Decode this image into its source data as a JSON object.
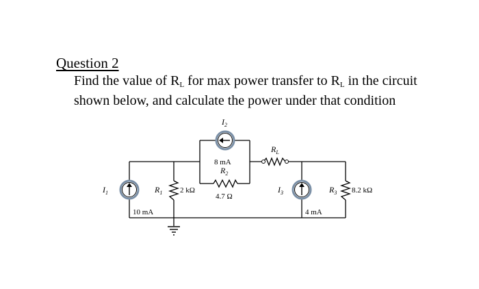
{
  "question": {
    "title": "Question 2",
    "line1_a": "Find the value of R",
    "line1_sub1": "L",
    "line1_b": " for max power transfer to R",
    "line1_sub2": "L",
    "line1_c": " in the circuit",
    "line2": "shown below, and calculate the power under that condition"
  },
  "circuit": {
    "I1": {
      "symbol": "I",
      "sub": "1",
      "value": "10 mA"
    },
    "I2": {
      "symbol": "I",
      "sub": "2",
      "value": "8 mA"
    },
    "I3": {
      "symbol": "I",
      "sub": "3",
      "value": "4 mA"
    },
    "R1": {
      "symbol": "R",
      "sub": "1",
      "value": "2 kΩ"
    },
    "R2": {
      "symbol": "R",
      "sub": "2",
      "value": "4.7 Ω"
    },
    "R3": {
      "symbol": "R",
      "sub": "3",
      "value": "8.2 kΩ"
    },
    "RL": {
      "symbol": "R",
      "sub": "L"
    }
  }
}
